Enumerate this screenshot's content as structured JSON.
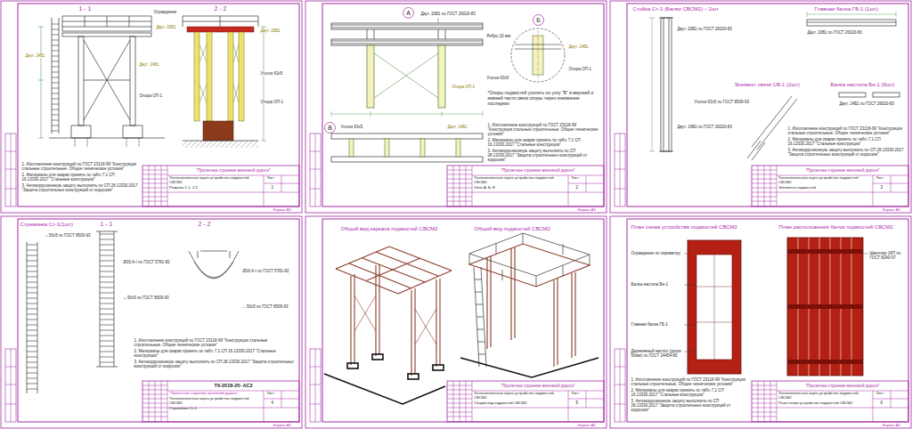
{
  "diagram": {
    "nodes": [
      {
        "text": [
          "\"Пролетное строение железной дороги\"",
          "Технологическая карта устройства подмостей СВСМ2",
          "Разрезы 1-1, 2-2"
        ]
      },
      {
        "text": [
          "А"
        ]
      },
      {
        "text": [
          "Б"
        ]
      },
      {
        "text": [
          "В"
        ]
      },
      {
        "text": [
          "\"Пролетное строение железной дороги\"",
          "Технологическая карта устройства подмостей СВСМ2",
          "Узлы А, Б, В"
        ]
      },
      {
        "text": [
          "\"Пролетное строение железной дороги\"",
          "Технологическая карта устройства подмостей СВСМ2",
          "Элементы подмостей"
        ]
      },
      {
        "text": [
          "ТК-2018-25- АС2",
          "\"Пролетное строение железной дороги\"",
          "Технологическая карта устройства подмостей СВСМ2",
          "Стремянка Ст-1"
        ]
      },
      {
        "text": [
          "\"Пролетное строение железной дороги\"",
          "Технологическая карта устройства подмостей СВСМ2",
          "Общий вид подмостей СВСМ2"
        ]
      },
      {
        "text": [
          "\"Пролетное строение железной дороги\"",
          "Технологическая карта устройства подмостей СВСМ2",
          "План схема устройства подмостей СВСМ2"
        ]
      }
    ],
    "labels": [
      "1 - 1",
      "2 - 2",
      "Ограждение",
      "Двут. 20Б1",
      "Двут. 14Б1",
      "Двут. 14Б1",
      "Опора ОП-1",
      "Двут. 20Б1",
      "Уголок 63х5",
      "Опора ОП-1",
      "1. Изготовление конструкций по ГОСТ 23118-99 \"Конструкции стальные строительные. Общие технические условия\"",
      "2. Материалы для сварки принять по табл. Г.1 СП 16.13330.2017 \"Стальные конструкции\"",
      "3. Антикоррозионную защиту выполнить по СП 28.13330.2017 \"Защита строительных конструкций от коррозии\"",
      "Лист",
      "1",
      "Формат А3",
      "Двут. 20Б1 по ГОСТ 26020-83",
      "Опора ОП-1",
      "Ребро 10 мм",
      "Уголок 63х5",
      "Двут. 14Б1",
      "Опора ОП-1",
      "*Опоры подмостей усилить по узлу \"Б\" в верхней и нижней части связи опоры через понижение последних",
      "Уголок 63х5",
      "Двут. 14Б1",
      "1. Изготовление конструкций по ГОСТ 23118-99 \"Конструкции стальные строительные. Общие технические условия\"",
      "2. Материалы для сварки принять по табл. Г.1 СП 16.13330.2017 \"Стальные конструкции\"",
      "3. Антикоррозионную защиту выполнить по СП 28.13330.2017 \"Защита строительных конструкций от коррозии\"",
      "Лист",
      "2",
      "Формат А3",
      "Стойка Ст-1 (Балки СВСМ2) – 2шт",
      "Главная балка ГБ-1 (1шт)",
      "Элемент связи СВ-1 (2шт)",
      "Балка настила Бн-1 (9шт)",
      "Двут. 20Б1 по ГОСТ 26020-83",
      "Двут. 14Б1 по ГОСТ 26020-83",
      "Двут. 20Б1 по ГОСТ 26020-83",
      "Уголок 63х5 по ГОСТ 8509-93",
      "Двут. 14Б1 по ГОСТ 26020-83",
      "1. Изготовление конструкций по ГОСТ 23118-99 \"Конструкции стальные строительные. Общие технические условия\"",
      "2. Материалы для сварки принять по табл. Г.1 СП 16.13330.2017 \"Стальные конструкции\"",
      "3. Антикоррозионную защиту выполнить по СП 28.13330.2017 \"Защита строительных конструкций от коррозии\"",
      "Лист",
      "3",
      "Формат А3",
      "Стремянка Ст-1(1шт)",
      "1 - 1",
      "2 - 2",
      "∟50х5 по ГОСТ 8509-93",
      "Ø16 A-I по ГОСТ 5781-82",
      "∟50х5 по ГОСТ 8509-93",
      "Ø16 A-I по ГОСТ 5781-82",
      "∟50х5 по ГОСТ 8509-93",
      "1. Изготовление конструкций по ГОСТ 23118-99 \"Конструкции стальные строительные. Общие технические условия\"",
      "2. Материалы для сварки принять по табл. Г.1 СП 16.13330.2017 \"Стальные конструкции\"",
      "3. Антикоррозионную защиту выполнить по СП 28.13330.2017 \"Защита строительных конструкций от коррозии\"",
      "Лист",
      "4",
      "Формат А3",
      "Общий вид каркаса подмостей СВСМ2",
      "Общий вид подмостей СВСМ2",
      "Лист",
      "5",
      "Формат А3",
      "План схема устройства подмостей СВСМ2",
      "План расположения балок подмостей СВСМ2",
      "Ограждение по периметру",
      "Балка настила Бн-1",
      "Главная балка ГБ-1",
      "Деревянный настил (доски 50мм) по ГОСТ 24454-80",
      "Швеллер 16П по ГОСТ 8240-97",
      "1. Изготовление конструкций по ГОСТ 23118-99 \"Конструкции стальные строительные. Общие технические условия\"",
      "2. Материалы для сварки принять по табл. Г.1 СП 16.13330.2017 \"Стальные конструкции\"",
      "3. Антикоррозионную защиту выполнить по СП 28.13330.2017 \"Защита строительных конструкций от коррозии\"",
      "Лист",
      "6",
      "Формат А3"
    ]
  }
}
